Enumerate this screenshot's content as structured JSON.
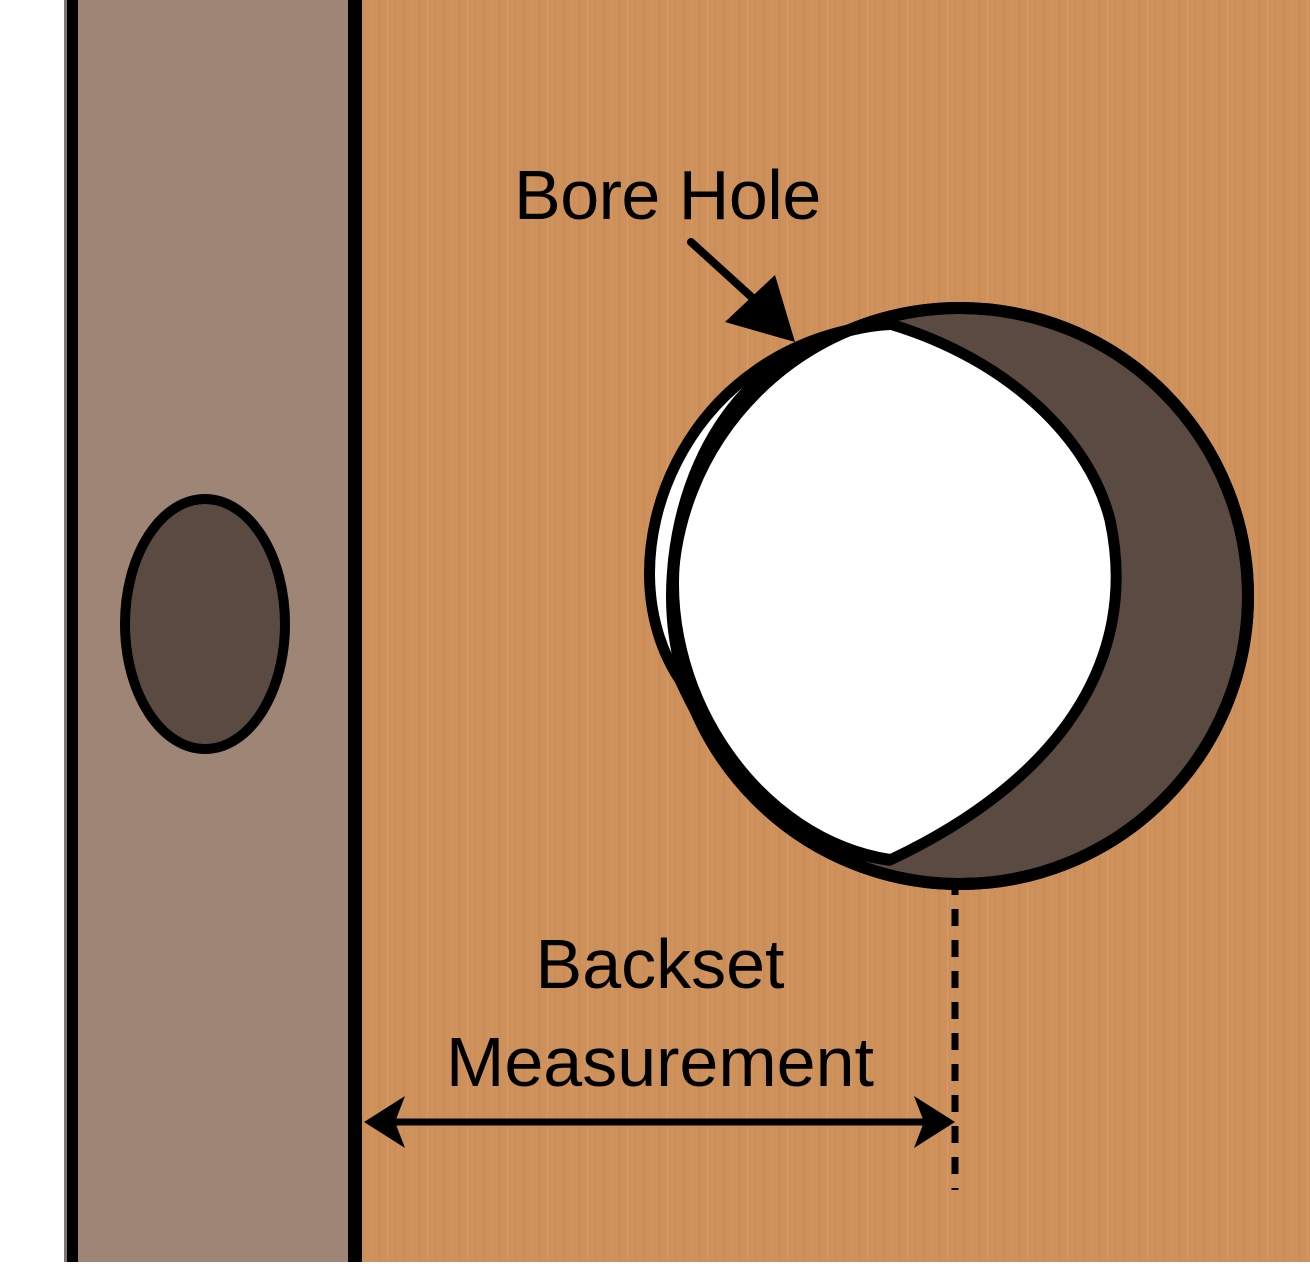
{
  "diagram": {
    "title": "Door bore hole and backset measurement",
    "labels": {
      "bore_hole": "Bore Hole",
      "backset_line1": "Backset",
      "backset_line2": "Measurement"
    },
    "parts": [
      {
        "id": "door-edge",
        "description": "Door edge (side view) with latch hole"
      },
      {
        "id": "door-face",
        "description": "Door face with wood grain"
      },
      {
        "id": "bore-hole",
        "description": "Circular bore hole through door face"
      },
      {
        "id": "backset-arrow",
        "description": "Double-headed arrow from door edge to bore hole center line"
      },
      {
        "id": "center-line",
        "description": "Dashed vertical line through bore hole center"
      }
    ],
    "colors": {
      "door_edge": "#9e8576",
      "door_face": "#cf915c",
      "hole_shadow": "#5a4a42",
      "hole_opening": "#ffffff",
      "outline": "#000000",
      "background": "#ffffff"
    }
  }
}
